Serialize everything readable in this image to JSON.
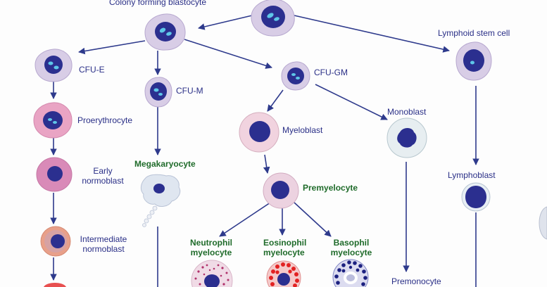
{
  "colors": {
    "arrow": "#2e3a8c",
    "label_blue": "#2a2f87",
    "label_green": "#1f6b2a",
    "nucleus": "#2b2f8f",
    "nucleolus": "#5ec7e8",
    "cytoplasm_blast": "#d8cde6",
    "cytoplasm_erythroid": "#e9a4c4",
    "cytoplasm_pink": "#d98ab8",
    "cytoplasm_pale": "#eef2f6",
    "granule_neutrophil": "#b0306a",
    "granule_eosinophil": "#e22222",
    "granule_basophil": "#1c2180"
  },
  "labels": {
    "colony": "Colony forming blastocyte",
    "cfu_e": "CFU-E",
    "cfu_m": "CFU-M",
    "cfu_gm": "CFU-GM",
    "lymphoid": "Lymphoid stem cell",
    "proerythrocyte": "Proerythrocyte",
    "early_line1": "Early",
    "early_line2": "normoblast",
    "intermediate_line1": "Intermediate",
    "intermediate_line2": "normoblast",
    "megakaryocyte": "Megakaryocyte",
    "myeloblast": "Myeloblast",
    "monoblast": "Monoblast",
    "premyelocyte": "Premyelocyte",
    "lymphoblast": "Lymphoblast",
    "neutrophil_line1": "Neutrophil",
    "neutrophil_line2": "myelocyte",
    "eosinophil_line1": "Eosinophil",
    "eosinophil_line2": "myelocyte",
    "basophil_line1": "Basophil",
    "basophil_line2": "myelocyte",
    "premonocyte": "Premonocyte"
  }
}
